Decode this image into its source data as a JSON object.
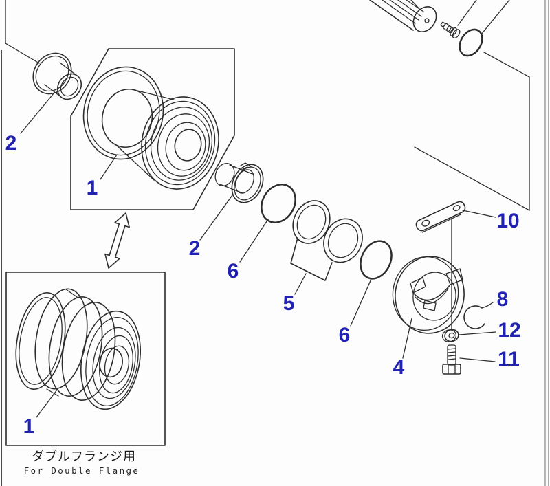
{
  "page": {
    "background": "#fdfdfe",
    "line_color": "#2d2d2d",
    "callout_color": "#2222b2",
    "kind": "exploded parts diagram - track roller assembly"
  },
  "diagram": {
    "caption": {
      "japanese": "ダブルフランジ用",
      "english": "For Double Flange"
    },
    "callouts": [
      {
        "ref": "2",
        "part": "bushing-upper-left"
      },
      {
        "ref": "1",
        "part": "track-roller-standard"
      },
      {
        "ref": "2",
        "part": "bushing-middle"
      },
      {
        "ref": "6",
        "part": "o-ring-front"
      },
      {
        "ref": "5",
        "part": "floating-seal-set"
      },
      {
        "ref": "6",
        "part": "o-ring-rear"
      },
      {
        "ref": "4",
        "part": "support-collar"
      },
      {
        "ref": "8",
        "part": "spring-pin"
      },
      {
        "ref": "10",
        "part": "lock-plate"
      },
      {
        "ref": "12",
        "part": "washer"
      },
      {
        "ref": "11",
        "part": "mounting-bolt"
      },
      {
        "ref": "1",
        "part": "track-roller-double-flange"
      }
    ]
  }
}
